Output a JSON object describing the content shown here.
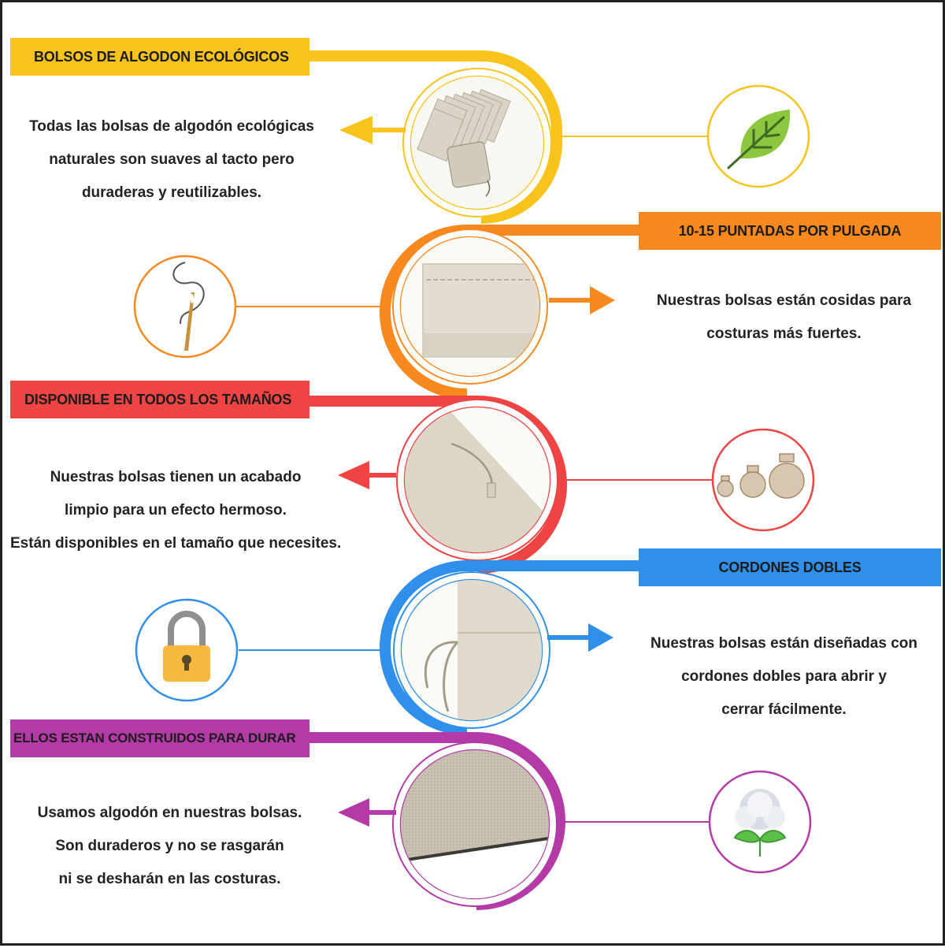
{
  "sections": [
    {
      "title": "BOLSOS DE ALGODON ECOLÓGICOS",
      "color": "#f7c31c",
      "lines": [
        "Todas las bolsas de algodón ecológicas",
        "naturales son suaves al tacto pero",
        "duraderas y reutilizables."
      ],
      "icon": "leaf-icon",
      "photo": "stacked-cotton-bags-photo"
    },
    {
      "title": "10-15 PUNTADAS POR PULGADA",
      "color": "#f7891f",
      "lines": [
        "Nuestras bolsas están cosidas para",
        "costuras más fuertes."
      ],
      "icon": "needle-thread-icon",
      "photo": "bag-seam-photo"
    },
    {
      "title": "DISPONIBLE EN TODOS LOS TAMAÑOS",
      "color": "#ef4444",
      "lines": [
        "Nuestras bolsas tienen un acabado",
        "limpio para un efecto hermoso.",
        "Están disponibles en el tamaño que necesites."
      ],
      "icon": "bag-sizes-icon",
      "photo": "drawstring-bag-photo"
    },
    {
      "title": "CORDONES DOBLES",
      "color": "#2f8fea",
      "lines": [
        "Nuestras bolsas están diseñadas con",
        "cordones dobles para abrir y",
        "cerrar  fácilmente."
      ],
      "icon": "padlock-icon",
      "photo": "double-drawstring-photo"
    },
    {
      "title": "ELLOS ESTAN CONSTRUIDOS PARA DURAR",
      "color": "#b43aa7",
      "lines": [
        "Usamos algodón en nuestras bolsas.",
        "Son duraderos y no se rasgarán",
        "ni se desharán en las costuras."
      ],
      "icon": "cotton-plant-icon",
      "photo": "linen-fabric-photo"
    }
  ]
}
